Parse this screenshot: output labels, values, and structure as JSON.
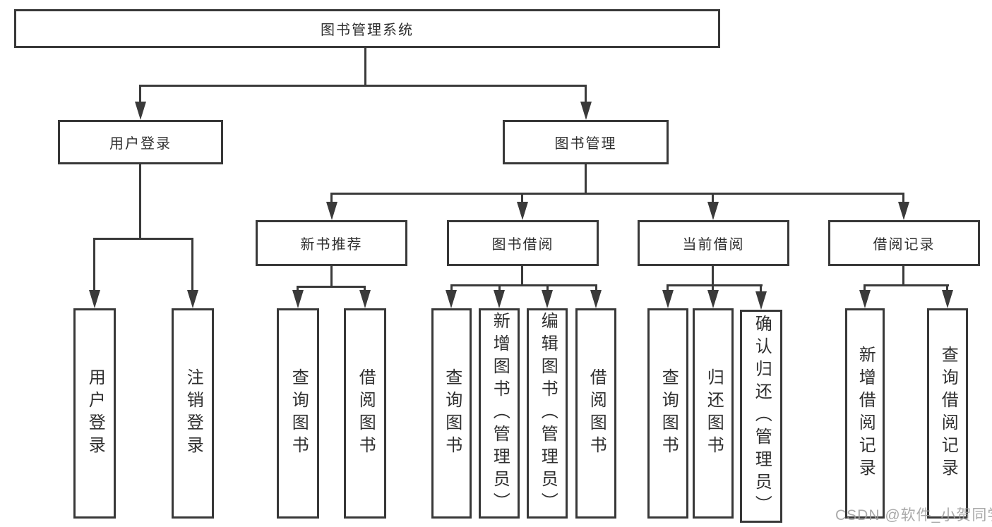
{
  "colors": {
    "line": "#3a3a3a",
    "text": "#2f2f2f",
    "background": "#ffffff",
    "watermark_gray": "#9e9e9e"
  },
  "tree": {
    "root": "图书管理系统",
    "branches": [
      {
        "label": "用户登录",
        "children": [
          "用户登录",
          "注销登录"
        ]
      },
      {
        "label": "图书管理",
        "sections": [
          {
            "label": "新书推荐",
            "children": [
              "查询图书",
              "借阅图书"
            ]
          },
          {
            "label": "图书借阅",
            "children": [
              "查询图书",
              "新增图书（管理员）",
              "编辑图书（管理员）",
              "借阅图书"
            ]
          },
          {
            "label": "当前借阅",
            "children": [
              "查询图书",
              "归还图书",
              "确认归还（管理员）"
            ]
          },
          {
            "label": "借阅记录",
            "children": [
              "新增借阅记录",
              "查询借阅记录"
            ]
          }
        ]
      }
    ]
  },
  "watermark": "CSDN @软件_小贺同学"
}
